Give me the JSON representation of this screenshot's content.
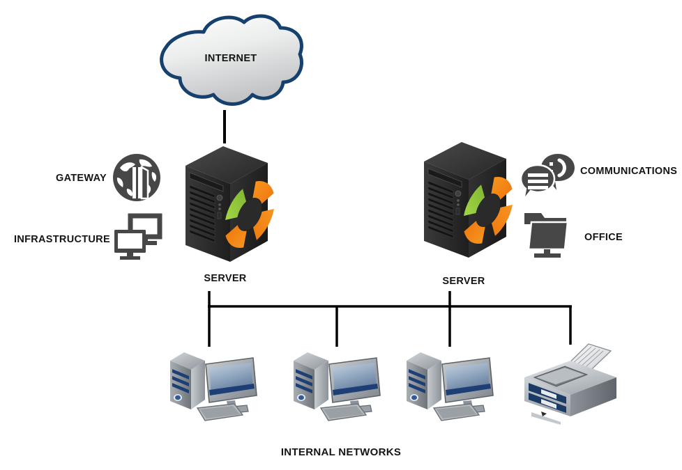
{
  "diagram": {
    "title": "Network topology diagram",
    "background_color": "#ffffff",
    "line_color": "#000000"
  },
  "cloud": {
    "label": "INTERNET",
    "icon": "cloud-icon",
    "outline_color": "#16416f",
    "fill_from": "#ffffff",
    "fill_to": "#c9cacb"
  },
  "servers": [
    {
      "label": "SERVER",
      "icon": "server-tower-icon"
    },
    {
      "label": "SERVER",
      "icon": "server-tower-icon"
    }
  ],
  "side_items": [
    {
      "label": "GATEWAY",
      "icon": "globe-door-icon",
      "side": "left"
    },
    {
      "label": "INFRASTRUCTURE",
      "icon": "two-monitors-icon",
      "side": "left"
    },
    {
      "label": "COMMUNICATIONS",
      "icon": "speech-bubbles-icon",
      "side": "right"
    },
    {
      "label": "OFFICE",
      "icon": "monitor-folder-icon",
      "side": "right"
    }
  ],
  "internal_network": {
    "label": "INTERNAL NETWORKS",
    "devices": [
      {
        "name": "Desktop computer 1",
        "icon": "desktop-pc-icon"
      },
      {
        "name": "Desktop computer 2",
        "icon": "desktop-pc-icon"
      },
      {
        "name": "Desktop computer 3",
        "icon": "desktop-pc-icon"
      },
      {
        "name": "Network printer",
        "icon": "printer-icon"
      }
    ]
  },
  "colors": {
    "server_body": "#2b2b2b",
    "server_accent_orange": "#f07d11",
    "server_accent_green": "#8cc63e",
    "icon_gray": "#474747",
    "pc_blue": "#1d3f75",
    "pc_gray": "#9a9ea3",
    "printer_blue": "#1b3a66"
  }
}
